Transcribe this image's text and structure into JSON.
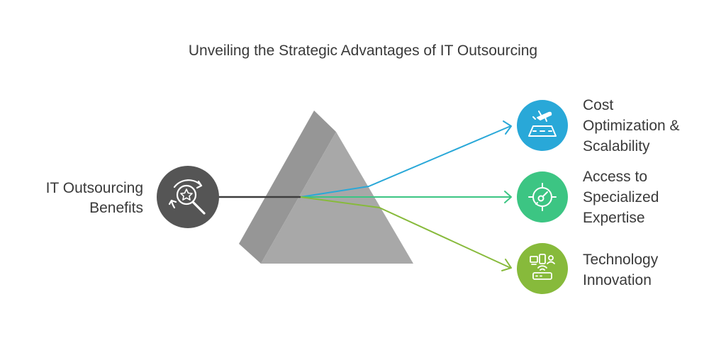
{
  "title": "Unveiling the Strategic Advantages of IT Outsourcing",
  "source": {
    "label_lines": [
      "IT Outsourcing",
      "Benefits"
    ],
    "icon": "star-magnifier-icon",
    "color": "#555555"
  },
  "outputs": [
    {
      "label_lines": [
        "Cost",
        "Optimization &",
        "Scalability"
      ],
      "icon": "plane-runway-icon",
      "color": "#29a8d8"
    },
    {
      "label_lines": [
        "Access to",
        "Specialized",
        "Expertise"
      ],
      "icon": "target-dial-icon",
      "color": "#3cc583"
    },
    {
      "label_lines": [
        "Technology",
        "Innovation"
      ],
      "icon": "devices-router-icon",
      "color": "#87ba3b"
    }
  ],
  "prism_colors": {
    "front": "#a8a8a8",
    "side": "#969696"
  },
  "input_beam_color": "#3d3d3d"
}
